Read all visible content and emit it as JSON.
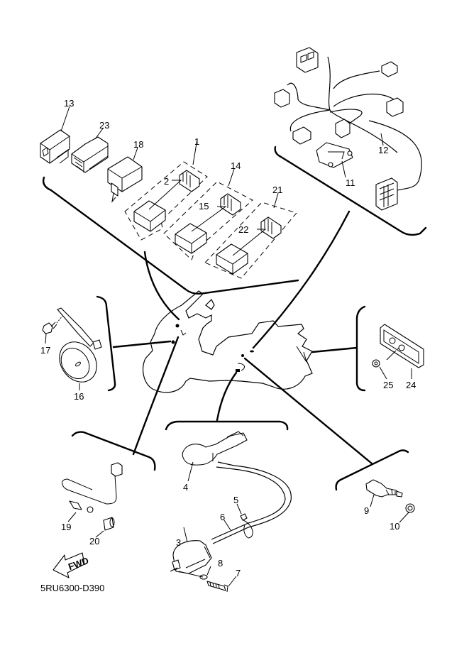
{
  "diagram": {
    "title_code": "5RU6300-D390",
    "direction_arrow": "FWD",
    "callouts": [
      {
        "id": "1",
        "part": "wire-harness-connector-set-1"
      },
      {
        "id": "2",
        "part": "connector-2"
      },
      {
        "id": "3",
        "part": "ignition-coil"
      },
      {
        "id": "4",
        "part": "spark-plug-cap"
      },
      {
        "id": "5",
        "part": "clamp"
      },
      {
        "id": "6",
        "part": "plug-lead"
      },
      {
        "id": "7",
        "part": "bolt"
      },
      {
        "id": "8",
        "part": "washer"
      },
      {
        "id": "9",
        "part": "thermo-unit"
      },
      {
        "id": "10",
        "part": "gasket"
      },
      {
        "id": "11",
        "part": "sensor"
      },
      {
        "id": "12",
        "part": "wire-harness"
      },
      {
        "id": "13",
        "part": "relay-13"
      },
      {
        "id": "14",
        "part": "connector-set-14"
      },
      {
        "id": "15",
        "part": "connector-15"
      },
      {
        "id": "16",
        "part": "horn"
      },
      {
        "id": "17",
        "part": "horn-bolt"
      },
      {
        "id": "18",
        "part": "flasher-relay"
      },
      {
        "id": "19",
        "part": "lead-wire"
      },
      {
        "id": "20",
        "part": "collar"
      },
      {
        "id": "21",
        "part": "connector-set-21"
      },
      {
        "id": "22",
        "part": "connector-22"
      },
      {
        "id": "23",
        "part": "relay-23"
      },
      {
        "id": "24",
        "part": "reflector"
      },
      {
        "id": "25",
        "part": "nut"
      }
    ]
  }
}
